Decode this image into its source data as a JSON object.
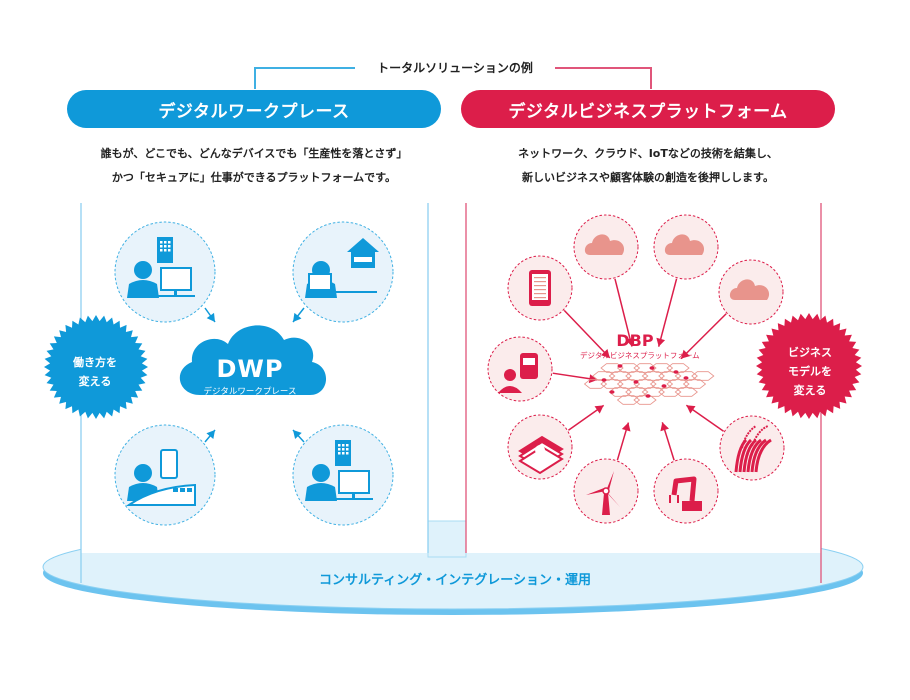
{
  "header": {
    "title": "トータルソリューションの例"
  },
  "left_panel": {
    "title": "デジタルワークプレース",
    "description": [
      "誰もが、どこでも、どんなデバイスでも「生産性を落とさず」",
      "かつ「セキュアに」仕事ができるプラットフォームです。"
    ],
    "center": {
      "abbr": "DWP",
      "name": "デジタルワークプレース"
    },
    "badge": [
      "働き方を",
      "変える"
    ],
    "icons": [
      {
        "name": "office-worker-icon",
        "label": "オフィス勤務"
      },
      {
        "name": "home-worker-icon",
        "label": "在宅勤務"
      },
      {
        "name": "mobile-worker-train-icon",
        "label": "移動中勤務"
      },
      {
        "name": "office-manager-icon",
        "label": "オフィス管理者"
      }
    ],
    "color": "#0f99d9"
  },
  "right_panel": {
    "title": "デジタルビジネスプラットフォーム",
    "description": [
      "ネットワーク、クラウド、IoTなどの技術を結集し、",
      "新しいビジネスや顧客体験の創造を後押しします。"
    ],
    "center": {
      "abbr": "DBP",
      "name": "デジタルビジネスプラットフォーム"
    },
    "badge": [
      "ビジネス",
      "モデルを",
      "変える"
    ],
    "icons": [
      {
        "name": "tablet-icon"
      },
      {
        "name": "cloud-icon"
      },
      {
        "name": "cloud-icon"
      },
      {
        "name": "cloud-icon"
      },
      {
        "name": "train-conductor-icon"
      },
      {
        "name": "money-stack-icon"
      },
      {
        "name": "wind-turbine-icon"
      },
      {
        "name": "robot-arm-icon"
      },
      {
        "name": "rice-plant-icon"
      }
    ],
    "color": "#dc1e4a"
  },
  "platform": {
    "label": "コンサルティング・インテグレーション・運用",
    "color": "#6cc3ef"
  }
}
